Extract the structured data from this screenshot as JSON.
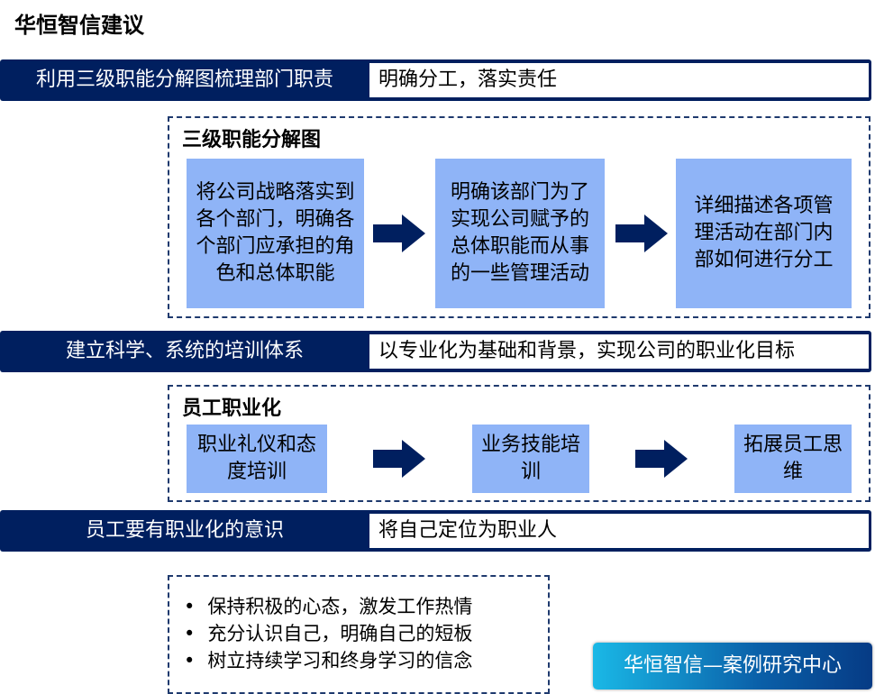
{
  "title": "华恒智信建议",
  "sections": [
    {
      "label": "利用三级职能分解图梳理部门职责",
      "detail": "明确分工，落实责任"
    },
    {
      "label": "建立科学、系统的培训体系",
      "detail": "以专业化为基础和背景，实现公司的职业化目标"
    },
    {
      "label": "员工要有职业化的意识",
      "detail": "将自己定位为职业人"
    }
  ],
  "diagram1": {
    "title": "三级职能分解图",
    "steps": [
      "将公司战略落实到各个部门，明确各个部门应承担的角色和总体职能",
      "明确该部门为了实现公司赋予的总体职能而从事的一些管理活动",
      "详细描述各项管理活动在部门内部如何进行分工"
    ]
  },
  "diagram2": {
    "title": "员工职业化",
    "steps": [
      "职业礼仪和态度培训",
      "业务技能培训",
      "拓展员工思维"
    ]
  },
  "bullets": [
    "保持积极的心态，激发工作热情",
    "充分认识自己，明确自己的短板",
    "树立持续学习和终身学习的信念"
  ],
  "badge": "华恒智信—案例研究中心",
  "colors": {
    "navy": "#001f5f",
    "box": "#8fb4f7"
  }
}
